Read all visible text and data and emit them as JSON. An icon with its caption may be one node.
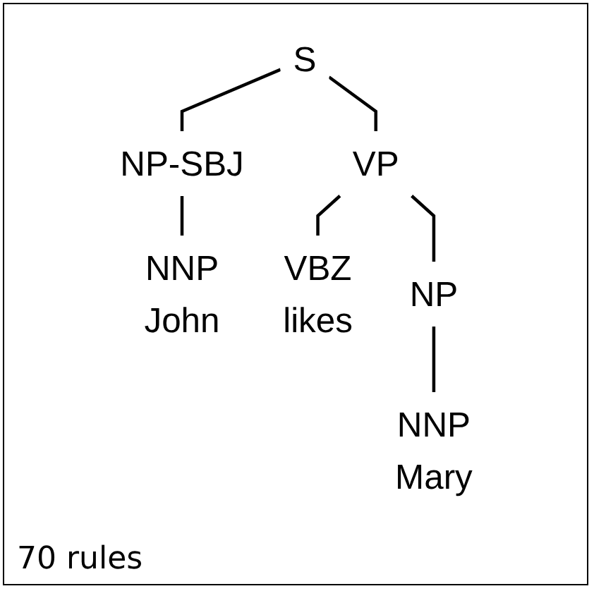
{
  "diagram": {
    "nodes": [
      {
        "text": [
          "S"
        ]
      },
      {
        "text": [
          "NP-SBJ"
        ]
      },
      {
        "text": [
          "VP"
        ]
      },
      {
        "text": [
          "NNP",
          "John"
        ]
      },
      {
        "text": [
          "VBZ",
          "likes"
        ]
      },
      {
        "text": [
          "NP"
        ]
      },
      {
        "text": [
          "NNP",
          "Mary"
        ]
      }
    ],
    "edges": [
      {
        "from": 0,
        "to": 1,
        "arrow": "none"
      },
      {
        "from": 0,
        "to": 2,
        "arrow": "none"
      },
      {
        "from": 1,
        "to": 3,
        "arrow": "none"
      },
      {
        "from": 2,
        "to": 4,
        "arrow": "none"
      },
      {
        "from": 2,
        "to": 5,
        "arrow": "none"
      },
      {
        "from": 5,
        "to": 6,
        "arrow": "none"
      }
    ],
    "labels": [
      "70 rules"
    ]
  }
}
